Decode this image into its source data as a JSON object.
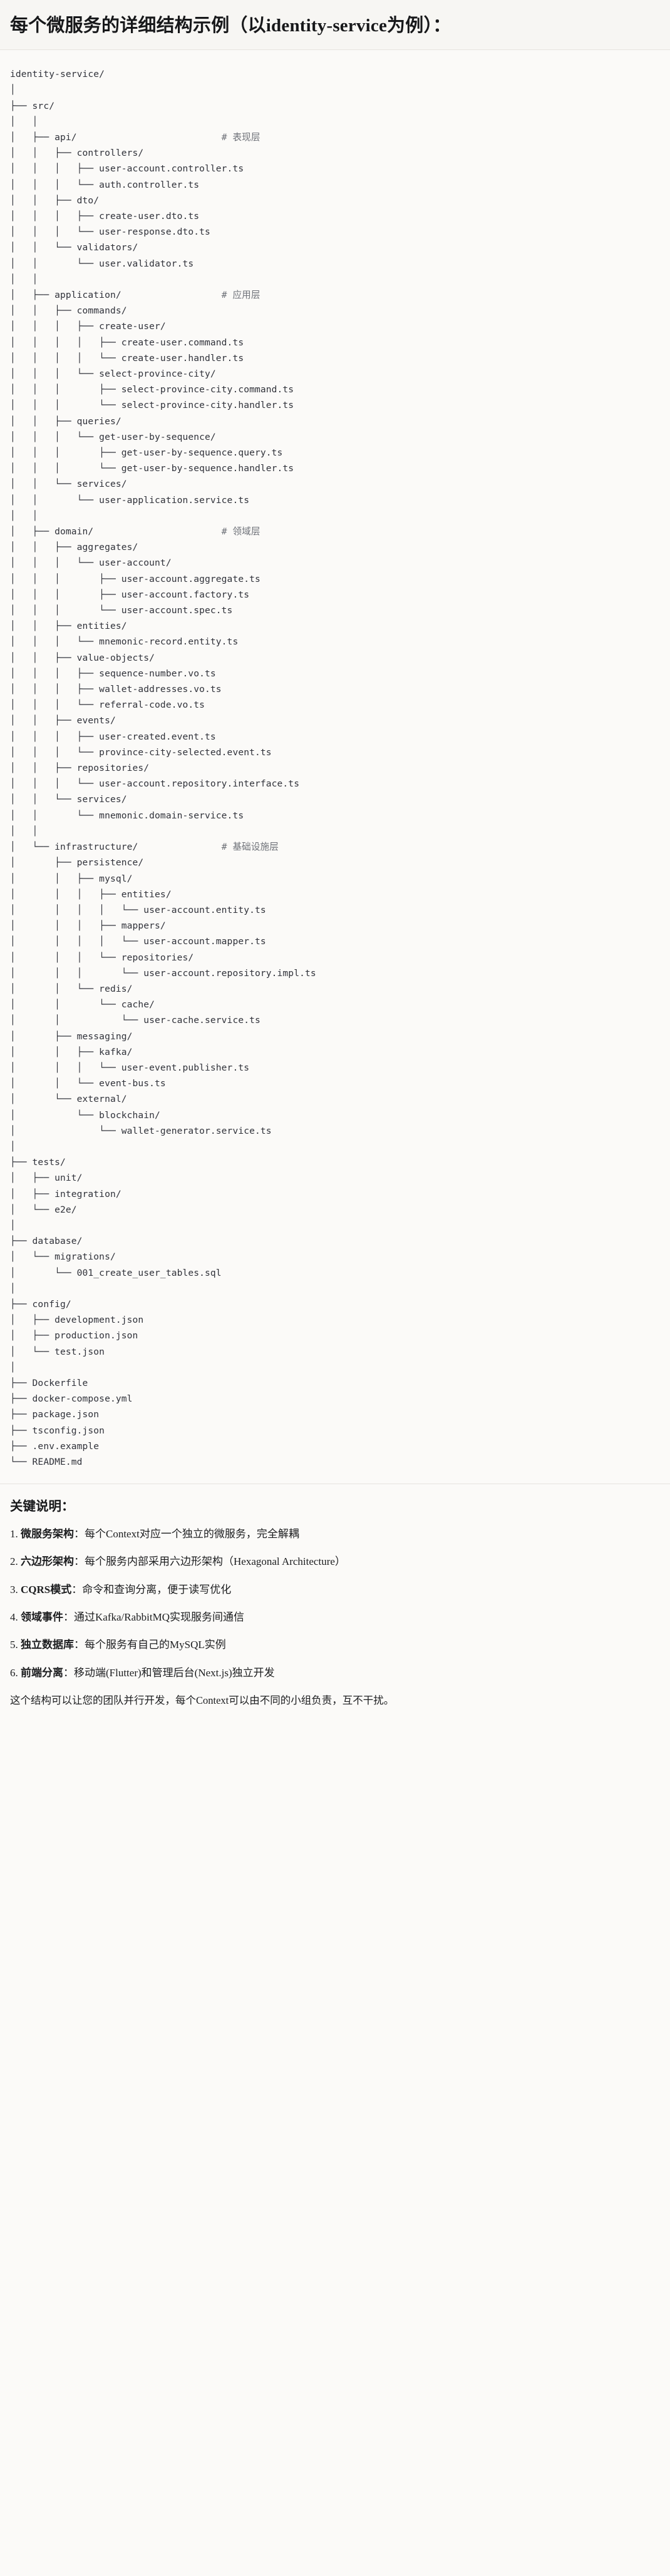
{
  "header": {
    "title": "每个微服务的详细结构示例（以identity-service为例）："
  },
  "tree": {
    "root": "identity-service/",
    "lines": [
      "identity-service/",
      "│",
      "├── src/",
      "│   │",
      "│   ├── api/                          # 表现层",
      "│   │   ├── controllers/",
      "│   │   │   ├── user-account.controller.ts",
      "│   │   │   └── auth.controller.ts",
      "│   │   ├── dto/",
      "│   │   │   ├── create-user.dto.ts",
      "│   │   │   └── user-response.dto.ts",
      "│   │   └── validators/",
      "│   │       └── user.validator.ts",
      "│   │",
      "│   ├── application/                  # 应用层",
      "│   │   ├── commands/",
      "│   │   │   ├── create-user/",
      "│   │   │   │   ├── create-user.command.ts",
      "│   │   │   │   └── create-user.handler.ts",
      "│   │   │   └── select-province-city/",
      "│   │   │       ├── select-province-city.command.ts",
      "│   │   │       └── select-province-city.handler.ts",
      "│   │   ├── queries/",
      "│   │   │   └── get-user-by-sequence/",
      "│   │   │       ├── get-user-by-sequence.query.ts",
      "│   │   │       └── get-user-by-sequence.handler.ts",
      "│   │   └── services/",
      "│   │       └── user-application.service.ts",
      "│   │",
      "│   ├── domain/                       # 领域层",
      "│   │   ├── aggregates/",
      "│   │   │   └── user-account/",
      "│   │   │       ├── user-account.aggregate.ts",
      "│   │   │       ├── user-account.factory.ts",
      "│   │   │       └── user-account.spec.ts",
      "│   │   ├── entities/",
      "│   │   │   └── mnemonic-record.entity.ts",
      "│   │   ├── value-objects/",
      "│   │   │   ├── sequence-number.vo.ts",
      "│   │   │   ├── wallet-addresses.vo.ts",
      "│   │   │   └── referral-code.vo.ts",
      "│   │   ├── events/",
      "│   │   │   ├── user-created.event.ts",
      "│   │   │   └── province-city-selected.event.ts",
      "│   │   ├── repositories/",
      "│   │   │   └── user-account.repository.interface.ts",
      "│   │   └── services/",
      "│   │       └── mnemonic.domain-service.ts",
      "│   │",
      "│   └── infrastructure/               # 基础设施层",
      "│       ├── persistence/",
      "│       │   ├── mysql/",
      "│       │   │   ├── entities/",
      "│       │   │   │   └── user-account.entity.ts",
      "│       │   │   ├── mappers/",
      "│       │   │   │   └── user-account.mapper.ts",
      "│       │   │   └── repositories/",
      "│       │   │       └── user-account.repository.impl.ts",
      "│       │   └── redis/",
      "│       │       └── cache/",
      "│       │           └── user-cache.service.ts",
      "│       ├── messaging/",
      "│       │   ├── kafka/",
      "│       │   │   └── user-event.publisher.ts",
      "│       │   └── event-bus.ts",
      "│       └── external/",
      "│           └── blockchain/",
      "│               └── wallet-generator.service.ts",
      "│",
      "├── tests/",
      "│   ├── unit/",
      "│   ├── integration/",
      "│   └── e2e/",
      "│",
      "├── database/",
      "│   └── migrations/",
      "│       └── 001_create_user_tables.sql",
      "│",
      "├── config/",
      "│   ├── development.json",
      "│   ├── production.json",
      "│   └── test.json",
      "│",
      "├── Dockerfile",
      "├── docker-compose.yml",
      "├── package.json",
      "├── tsconfig.json",
      "├── .env.example",
      "└── README.md"
    ],
    "comments": [
      {
        "label": "# 表现层",
        "for": "api/"
      },
      {
        "label": "# 应用层",
        "for": "application/"
      },
      {
        "label": "# 领域层",
        "for": "domain/"
      },
      {
        "label": "# 基础设施层",
        "for": "infrastructure/"
      }
    ]
  },
  "notes": {
    "title": "关键说明：",
    "items": [
      {
        "key": "微服务架构",
        "text": "：每个Context对应一个独立的微服务，完全解耦"
      },
      {
        "key": "六边形架构",
        "text": "：每个服务内部采用六边形架构（Hexagonal Architecture）"
      },
      {
        "key": "CQRS模式",
        "text": "：命令和查询分离，便于读写优化"
      },
      {
        "key": "领域事件",
        "text": "：通过Kafka/RabbitMQ实现服务间通信"
      },
      {
        "key": "独立数据库",
        "text": "：每个服务有自己的MySQL实例"
      },
      {
        "key": "前端分离",
        "text": "：移动端(Flutter)和管理后台(Next.js)独立开发"
      }
    ],
    "footer": "这个结构可以让您的团队并行开发，每个Context可以由不同的小组负责，互不干扰。"
  },
  "colors": {
    "page_bg": "#fbfaf8",
    "header_bg": "#f7f6f3",
    "border": "#e6e4df",
    "text": "#1a1a1a",
    "code_text": "#30323a",
    "comment_text": "#6e7178"
  }
}
